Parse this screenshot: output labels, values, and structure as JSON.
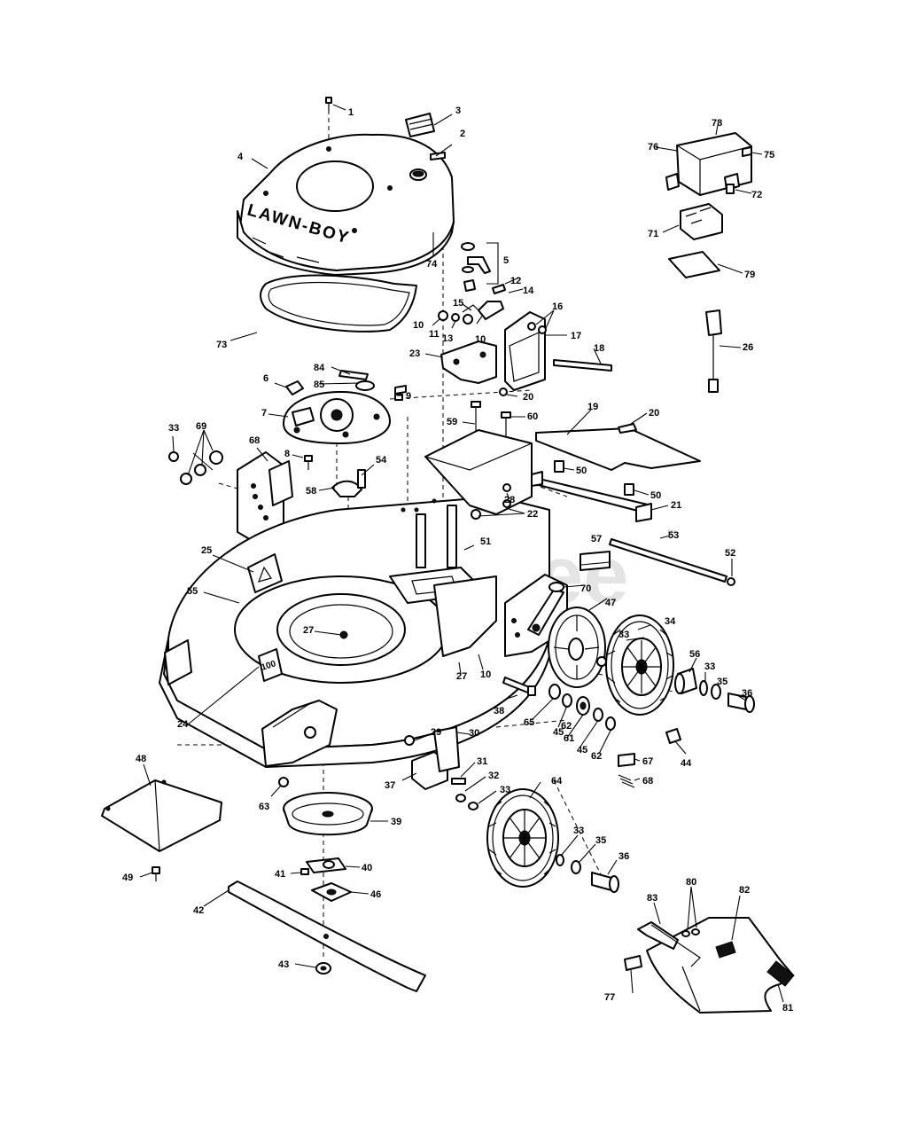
{
  "diagram": {
    "brand_label": "LAWN-BOY",
    "deck_label": "100",
    "watermark": "PartsTree",
    "watermark_tm": "™"
  },
  "callouts": [
    {
      "id": "c1",
      "text": "1"
    },
    {
      "id": "c2",
      "text": "2"
    },
    {
      "id": "c3",
      "text": "3"
    },
    {
      "id": "c4",
      "text": "4"
    },
    {
      "id": "c5",
      "text": "5"
    },
    {
      "id": "c6",
      "text": "6"
    },
    {
      "id": "c7",
      "text": "7"
    },
    {
      "id": "c8",
      "text": "8"
    },
    {
      "id": "c9",
      "text": "9"
    },
    {
      "id": "c10a",
      "text": "10"
    },
    {
      "id": "c10b",
      "text": "10"
    },
    {
      "id": "c10c",
      "text": "10"
    },
    {
      "id": "c11",
      "text": "11"
    },
    {
      "id": "c12",
      "text": "12"
    },
    {
      "id": "c13",
      "text": "13"
    },
    {
      "id": "c14",
      "text": "14"
    },
    {
      "id": "c15",
      "text": "15"
    },
    {
      "id": "c16",
      "text": "16"
    },
    {
      "id": "c17",
      "text": "17"
    },
    {
      "id": "c18",
      "text": "18"
    },
    {
      "id": "c19",
      "text": "19"
    },
    {
      "id": "c20a",
      "text": "20"
    },
    {
      "id": "c20b",
      "text": "20"
    },
    {
      "id": "c21",
      "text": "21"
    },
    {
      "id": "c22",
      "text": "22"
    },
    {
      "id": "c23",
      "text": "23"
    },
    {
      "id": "c24",
      "text": "24"
    },
    {
      "id": "c25",
      "text": "25"
    },
    {
      "id": "c26",
      "text": "26"
    },
    {
      "id": "c27a",
      "text": "27"
    },
    {
      "id": "c27b",
      "text": "27"
    },
    {
      "id": "c28",
      "text": "28"
    },
    {
      "id": "c29",
      "text": "29"
    },
    {
      "id": "c30",
      "text": "30"
    },
    {
      "id": "c31",
      "text": "31"
    },
    {
      "id": "c32",
      "text": "32"
    },
    {
      "id": "c33a",
      "text": "33"
    },
    {
      "id": "c33b",
      "text": "33"
    },
    {
      "id": "c33c",
      "text": "33"
    },
    {
      "id": "c33d",
      "text": "33"
    },
    {
      "id": "c33e",
      "text": "33"
    },
    {
      "id": "c34",
      "text": "34"
    },
    {
      "id": "c35a",
      "text": "35"
    },
    {
      "id": "c35b",
      "text": "35"
    },
    {
      "id": "c36a",
      "text": "36"
    },
    {
      "id": "c36b",
      "text": "36"
    },
    {
      "id": "c37",
      "text": "37"
    },
    {
      "id": "c38",
      "text": "38"
    },
    {
      "id": "c39",
      "text": "39"
    },
    {
      "id": "c40",
      "text": "40"
    },
    {
      "id": "c41",
      "text": "41"
    },
    {
      "id": "c42",
      "text": "42"
    },
    {
      "id": "c43",
      "text": "43"
    },
    {
      "id": "c44",
      "text": "44"
    },
    {
      "id": "c45a",
      "text": "45"
    },
    {
      "id": "c45b",
      "text": "45"
    },
    {
      "id": "c46",
      "text": "46"
    },
    {
      "id": "c47",
      "text": "47"
    },
    {
      "id": "c48",
      "text": "48"
    },
    {
      "id": "c49",
      "text": "49"
    },
    {
      "id": "c50a",
      "text": "50"
    },
    {
      "id": "c50b",
      "text": "50"
    },
    {
      "id": "c51",
      "text": "51"
    },
    {
      "id": "c52",
      "text": "52"
    },
    {
      "id": "c53",
      "text": "53"
    },
    {
      "id": "c54",
      "text": "54"
    },
    {
      "id": "c55",
      "text": "55"
    },
    {
      "id": "c56",
      "text": "56"
    },
    {
      "id": "c57",
      "text": "57"
    },
    {
      "id": "c58",
      "text": "58"
    },
    {
      "id": "c59",
      "text": "59"
    },
    {
      "id": "c60",
      "text": "60"
    },
    {
      "id": "c61",
      "text": "61"
    },
    {
      "id": "c62a",
      "text": "62"
    },
    {
      "id": "c62b",
      "text": "62"
    },
    {
      "id": "c63",
      "text": "63"
    },
    {
      "id": "c64",
      "text": "64"
    },
    {
      "id": "c65",
      "text": "65"
    },
    {
      "id": "c67",
      "text": "67"
    },
    {
      "id": "c68a",
      "text": "68"
    },
    {
      "id": "c68b",
      "text": "68"
    },
    {
      "id": "c69",
      "text": "69"
    },
    {
      "id": "c70",
      "text": "70"
    },
    {
      "id": "c71",
      "text": "71"
    },
    {
      "id": "c72",
      "text": "72"
    },
    {
      "id": "c73",
      "text": "73"
    },
    {
      "id": "c74",
      "text": "74"
    },
    {
      "id": "c75",
      "text": "75"
    },
    {
      "id": "c76",
      "text": "76"
    },
    {
      "id": "c77",
      "text": "77"
    },
    {
      "id": "c78",
      "text": "78"
    },
    {
      "id": "c79",
      "text": "79"
    },
    {
      "id": "c80",
      "text": "80"
    },
    {
      "id": "c81",
      "text": "81"
    },
    {
      "id": "c82",
      "text": "82"
    },
    {
      "id": "c83",
      "text": "83"
    },
    {
      "id": "c84",
      "text": "84"
    },
    {
      "id": "c85",
      "text": "85"
    }
  ]
}
